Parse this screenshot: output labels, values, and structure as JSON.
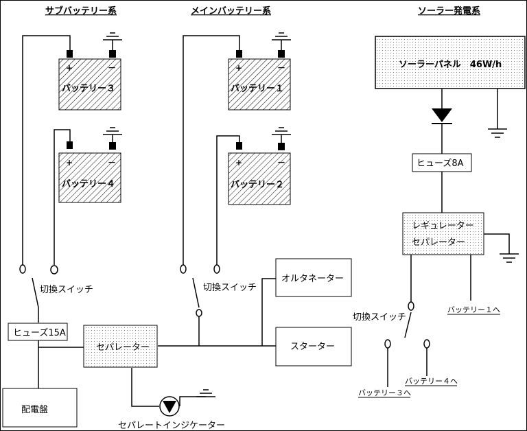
{
  "sections": {
    "sub": "サブバッテリー系",
    "main": "メインバッテリー系",
    "solar": "ソーラー発電系"
  },
  "batteries": {
    "b3": "バッテリー３",
    "b4": "バッテリー４",
    "b1": "バッテリー１",
    "b2": "バッテリー２",
    "plus": "+",
    "minus": "－"
  },
  "components": {
    "solar_panel": "ソーラーパネル　46W/h",
    "fuse_8a": "ヒューズ8A",
    "regulator_line1": "レギュレーター",
    "regulator_line2": "セパレーター",
    "fuse_15a": "ヒューズ15A",
    "separator": "セパレーター",
    "alternator": "オルタネーター",
    "starter": "スターター",
    "distribution_panel": "配電盤",
    "separate_indicator": "セパレートインジケーター"
  },
  "switches": {
    "sub_switch": "切換スイッチ",
    "main_switch": "切換スイッチ",
    "solar_switch": "切換スイッチ"
  },
  "destinations": {
    "to_b1": "バッテリー１へ",
    "to_b4": "バッテリー４へ",
    "to_b3": "バッテリー３へ"
  }
}
